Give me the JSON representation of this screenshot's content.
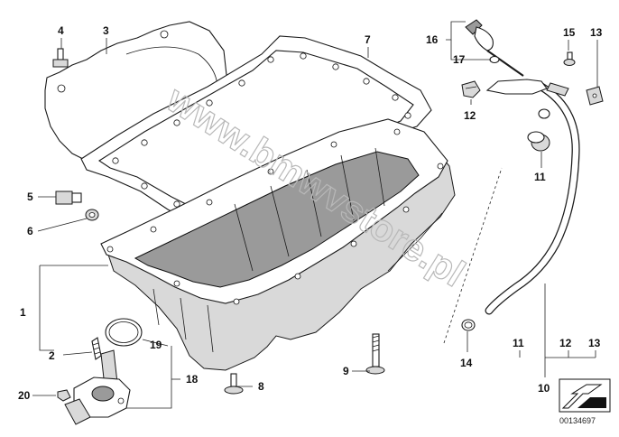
{
  "callouts": {
    "c1": "1",
    "c2": "2",
    "c3": "3",
    "c4": "4",
    "c5": "5",
    "c6": "6",
    "c7": "7",
    "c8": "8",
    "c9": "9",
    "c10": "10",
    "c11": "11",
    "c11b": "11",
    "c12": "12",
    "c12b": "12",
    "c13": "13",
    "c13b": "13",
    "c14": "14",
    "c15": "15",
    "c16": "16",
    "c17": "17",
    "c18": "18",
    "c19": "19",
    "c20": "20"
  },
  "watermark": "www.bmwvstore.pl",
  "diagram_id": "00134697"
}
